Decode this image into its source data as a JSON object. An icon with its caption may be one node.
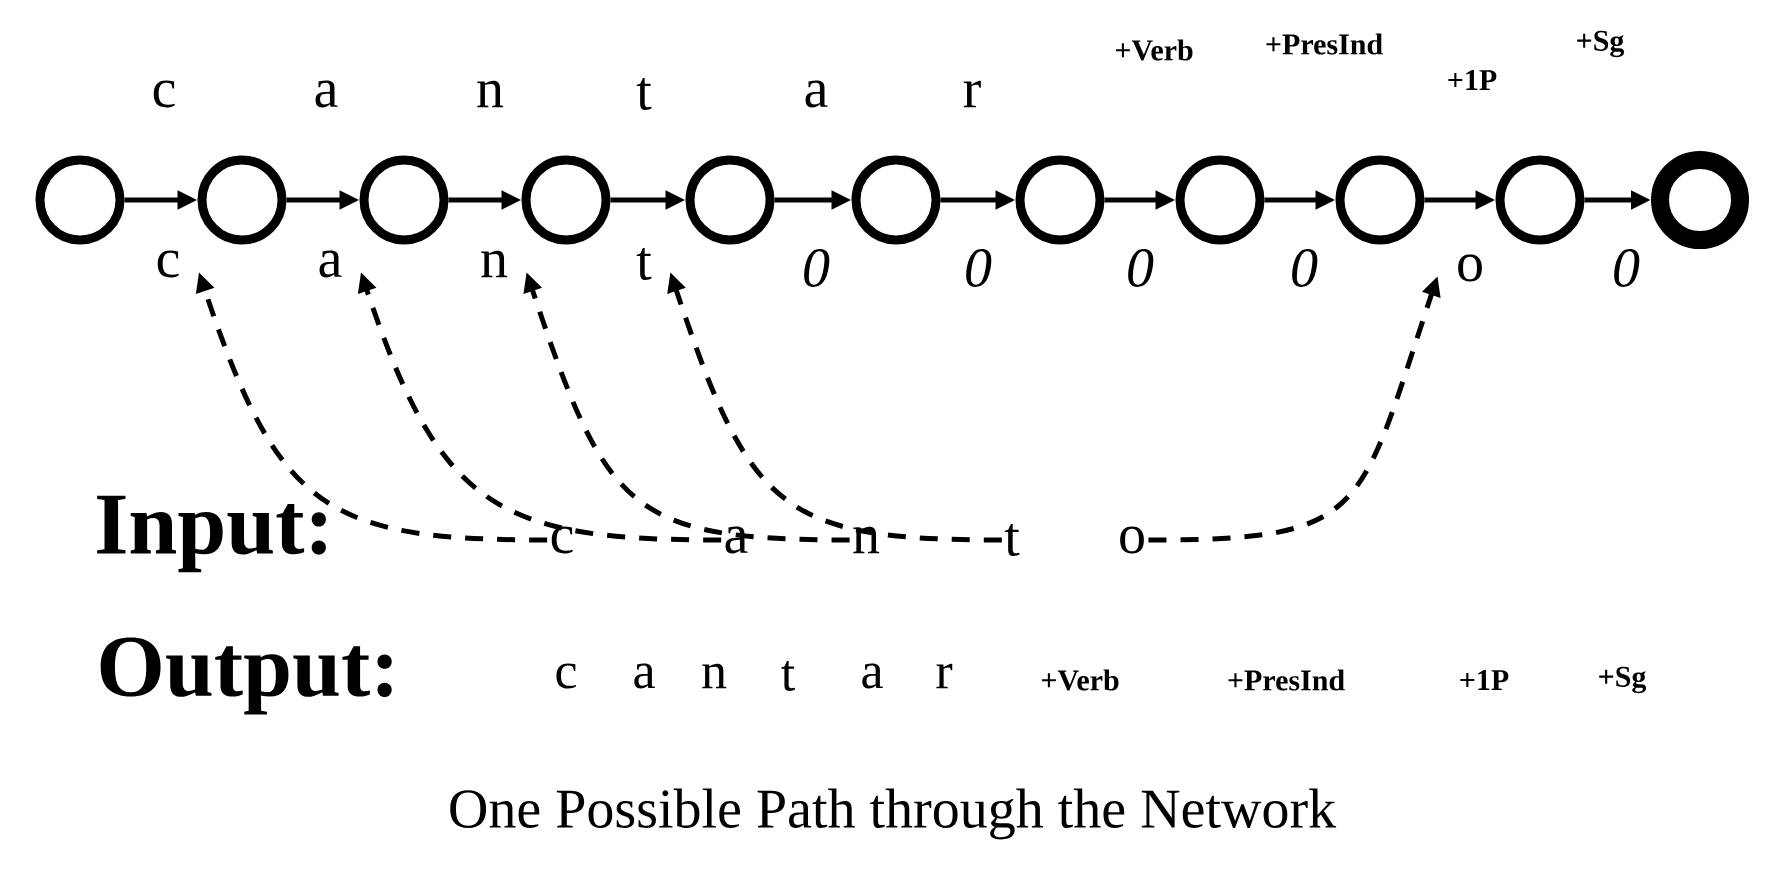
{
  "diagram": {
    "caption": "One Possible Path through the Network",
    "nodes": [
      {
        "text": [],
        "shape": "circle"
      },
      {
        "text": [],
        "shape": "circle"
      },
      {
        "text": [],
        "shape": "circle"
      },
      {
        "text": [],
        "shape": "circle"
      },
      {
        "text": [],
        "shape": "circle"
      },
      {
        "text": [],
        "shape": "circle"
      },
      {
        "text": [],
        "shape": "circle"
      },
      {
        "text": [],
        "shape": "circle"
      },
      {
        "text": [],
        "shape": "circle"
      },
      {
        "text": [],
        "shape": "circle"
      },
      {
        "text": [],
        "shape": "circle"
      },
      {
        "text": [
          "c"
        ]
      },
      {
        "text": [
          "a"
        ]
      },
      {
        "text": [
          "n"
        ]
      },
      {
        "text": [
          "t"
        ]
      },
      {
        "text": [
          "o"
        ]
      },
      {
        "text": [
          "c"
        ]
      },
      {
        "text": [
          "a"
        ]
      },
      {
        "text": [
          "n"
        ]
      },
      {
        "text": [
          "t"
        ]
      },
      {
        "text": [
          "o"
        ]
      }
    ],
    "edges": [
      {
        "from": 0,
        "to": 1,
        "arrow": "to",
        "label": "c"
      },
      {
        "from": 1,
        "to": 2,
        "arrow": "to",
        "label": "a"
      },
      {
        "from": 2,
        "to": 3,
        "arrow": "to",
        "label": "n"
      },
      {
        "from": 3,
        "to": 4,
        "arrow": "to",
        "label": "t"
      },
      {
        "from": 4,
        "to": 5,
        "arrow": "to",
        "label": "a"
      },
      {
        "from": 5,
        "to": 6,
        "arrow": "to",
        "label": "r"
      },
      {
        "from": 6,
        "to": 7,
        "arrow": "to",
        "label": "+Verb"
      },
      {
        "from": 7,
        "to": 8,
        "arrow": "to",
        "label": "+PresInd"
      },
      {
        "from": 8,
        "to": 9,
        "arrow": "to",
        "label": "+1P"
      },
      {
        "from": 9,
        "to": 10,
        "arrow": "to",
        "label": "+Sg"
      },
      {
        "from": 16,
        "to": 11,
        "arrow": "to",
        "style": "dashed"
      },
      {
        "from": 17,
        "to": 12,
        "arrow": "to",
        "style": "dashed"
      },
      {
        "from": 18,
        "to": 13,
        "arrow": "to",
        "style": "dashed"
      },
      {
        "from": 19,
        "to": 14,
        "arrow": "to",
        "style": "dashed"
      },
      {
        "from": 20,
        "to": 15,
        "arrow": "to",
        "style": "dashed"
      }
    ],
    "labels": [
      "0",
      "0",
      "0",
      "0",
      "0",
      "Input:",
      "Output:",
      "c",
      "a",
      "n",
      "t",
      "a",
      "r",
      "+Verb",
      "+PresInd",
      "+1P",
      "+Sg"
    ]
  }
}
